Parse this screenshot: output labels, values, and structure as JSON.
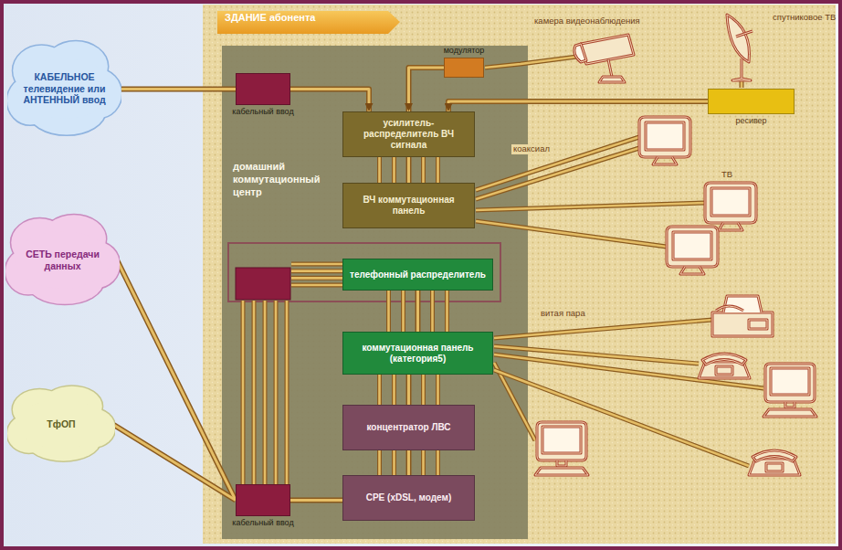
{
  "diagram": {
    "nodes": [
      {
        "text": [
          "КАБЕЛЬНОЕ телевидение или АНТЕННЫЙ ввод"
        ]
      },
      {
        "text": [
          "СЕТЬ передачи данных"
        ]
      },
      {
        "text": [
          "ТфОП"
        ]
      },
      {
        "text": [
          "ЗДАНИЕ абонента"
        ]
      },
      {
        "text": [
          "домашний коммутационный центр"
        ],
        "in": 3
      },
      {
        "text": [
          "кабельный ввод"
        ],
        "in": 4
      },
      {
        "text": [
          "модулятор"
        ],
        "in": 4
      },
      {
        "text": [
          "ресивер"
        ],
        "in": 3
      },
      {
        "text": [
          "усилитель-распределитель ВЧ сигнала"
        ],
        "in": 4
      },
      {
        "text": [
          "ВЧ коммутационная панель"
        ],
        "in": 4
      },
      {
        "text": [
          "телефонный распределитель"
        ],
        "in": 4
      },
      {
        "text": [
          "коммутационная панель (категория5)"
        ],
        "in": 4
      },
      {
        "text": [
          "концентратор ЛВС"
        ],
        "in": 4
      },
      {
        "text": [
          "CPE (xDSL, модем)"
        ],
        "in": 4
      },
      {
        "text": [
          "кабельный ввод"
        ],
        "in": 4
      }
    ],
    "edges": [
      {
        "from": 0,
        "to": 5,
        "arrow": "none"
      },
      {
        "from": 5,
        "to": 8,
        "arrow": "to"
      },
      {
        "from": 6,
        "to": 8,
        "arrow": "to"
      },
      {
        "from": 7,
        "to": 8,
        "arrow": "to"
      },
      {
        "from": 8,
        "to": 9,
        "arrow": "none"
      },
      {
        "from": 10,
        "to": 11,
        "arrow": "none"
      },
      {
        "from": 11,
        "to": 12,
        "arrow": "none"
      },
      {
        "from": 12,
        "to": 13,
        "arrow": "none"
      },
      {
        "from": 13,
        "to": 14,
        "arrow": "none"
      },
      {
        "from": 1,
        "to": 14,
        "arrow": "none"
      },
      {
        "from": 2,
        "to": 14,
        "arrow": "none"
      }
    ],
    "labels": [
      "камера видеонаблюдения",
      "спутниковое ТВ",
      "коаксиал",
      "ТВ",
      "витая пара"
    ]
  }
}
